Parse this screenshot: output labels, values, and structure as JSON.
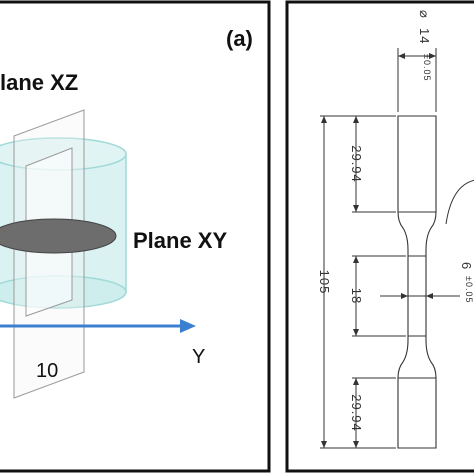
{
  "panel_a": {
    "label": "(a)",
    "plane_xz_label": "lane XZ",
    "plane_xy_label": "Plane XY",
    "axis_y_label": "Y",
    "tick_10_label": "10",
    "colors": {
      "cylinder_fill": "#cdeeed",
      "cylinder_stroke": "#9fd9d8",
      "ellipse_fill": "#6d6d6d",
      "axis_arrow": "#3b7fd0"
    }
  },
  "panel_b": {
    "dims": {
      "diameter_symbol": "⌀",
      "diameter_value": "14",
      "diameter_tol": "±0.05",
      "grip_top": "29.94",
      "gauge": "18",
      "overall": "105",
      "grip_bottom": "29.94",
      "neck_value": "6",
      "neck_tol": "±0.05"
    }
  }
}
